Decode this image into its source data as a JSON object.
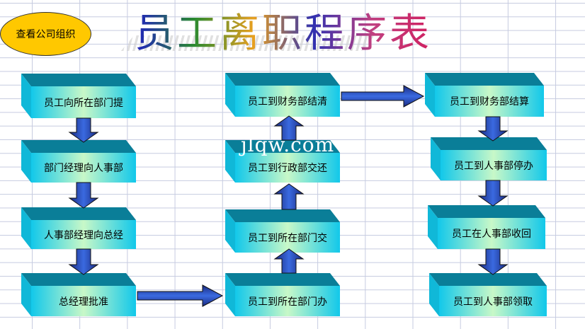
{
  "org_button": "查看公司组织",
  "title": "员工离职程序表",
  "watermark": "jlqw.com",
  "steps": {
    "col1": [
      "员工向所在部门提",
      "部门经理向人事部",
      "人事部经理向总经",
      "总经理批准"
    ],
    "col2": [
      "员工到所在部门办",
      "员工到所在部门交",
      "员工到行政部交还",
      "员工到财务部结清"
    ],
    "col3": [
      "员工到财务部结算",
      "员工到人事部停办",
      "员工在人事部收回",
      "员工到人事部领取"
    ]
  }
}
